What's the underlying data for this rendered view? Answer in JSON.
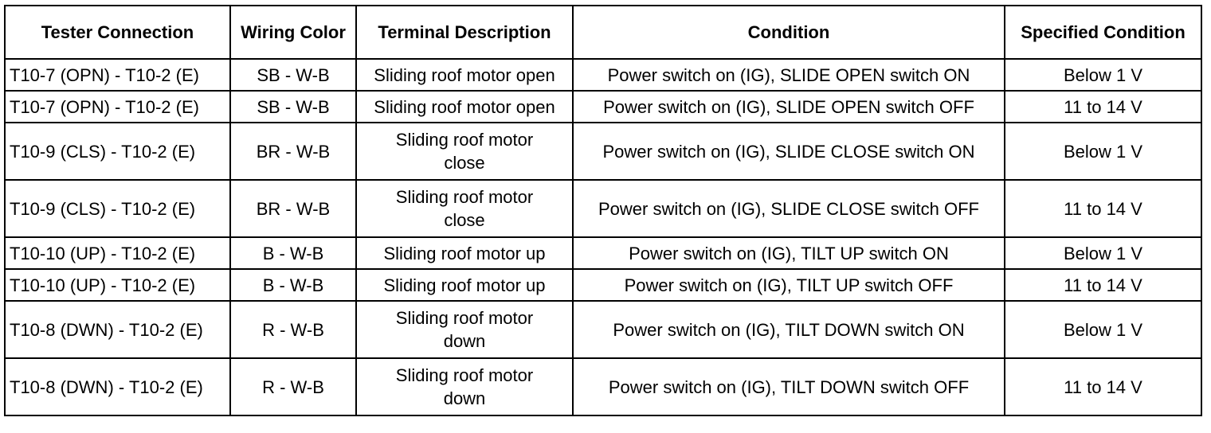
{
  "table": {
    "headers": [
      "Tester Connection",
      "Wiring Color",
      "Terminal Description",
      "Condition",
      "Specified Condition"
    ],
    "rows": [
      {
        "tester_connection": "T10-7 (OPN) - T10-2 (E)",
        "wiring_color": "SB - W-B",
        "terminal_description": "Sliding roof motor open",
        "condition": "Power switch on (IG), SLIDE OPEN switch ON",
        "specified_condition": "Below 1 V"
      },
      {
        "tester_connection": "T10-7 (OPN) - T10-2 (E)",
        "wiring_color": "SB - W-B",
        "terminal_description": "Sliding roof motor open",
        "condition": "Power switch on (IG), SLIDE OPEN switch OFF",
        "specified_condition": "11 to 14 V"
      },
      {
        "tester_connection": "T10-9 (CLS) - T10-2 (E)",
        "wiring_color": "BR - W-B",
        "terminal_description": "Sliding roof motor close",
        "condition": "Power switch on (IG), SLIDE CLOSE switch ON",
        "specified_condition": "Below 1 V"
      },
      {
        "tester_connection": "T10-9 (CLS) - T10-2 (E)",
        "wiring_color": "BR - W-B",
        "terminal_description": "Sliding roof motor close",
        "condition": "Power switch on (IG), SLIDE CLOSE switch OFF",
        "specified_condition": "11 to 14 V"
      },
      {
        "tester_connection": "T10-10 (UP) - T10-2 (E)",
        "wiring_color": "B - W-B",
        "terminal_description": "Sliding roof motor up",
        "condition": "Power switch on (IG), TILT UP switch ON",
        "specified_condition": "Below 1 V"
      },
      {
        "tester_connection": "T10-10 (UP) - T10-2 (E)",
        "wiring_color": "B - W-B",
        "terminal_description": "Sliding roof motor up",
        "condition": "Power switch on (IG), TILT UP switch OFF",
        "specified_condition": "11 to 14 V"
      },
      {
        "tester_connection": "T10-8 (DWN) - T10-2 (E)",
        "wiring_color": "R - W-B",
        "terminal_description": "Sliding roof motor down",
        "condition": "Power switch on (IG), TILT DOWN switch ON",
        "specified_condition": "Below 1 V"
      },
      {
        "tester_connection": "T10-8 (DWN) - T10-2 (E)",
        "wiring_color": "R - W-B",
        "terminal_description": "Sliding roof motor down",
        "condition": "Power switch on (IG), TILT DOWN switch OFF",
        "specified_condition": "11 to 14 V"
      }
    ]
  }
}
